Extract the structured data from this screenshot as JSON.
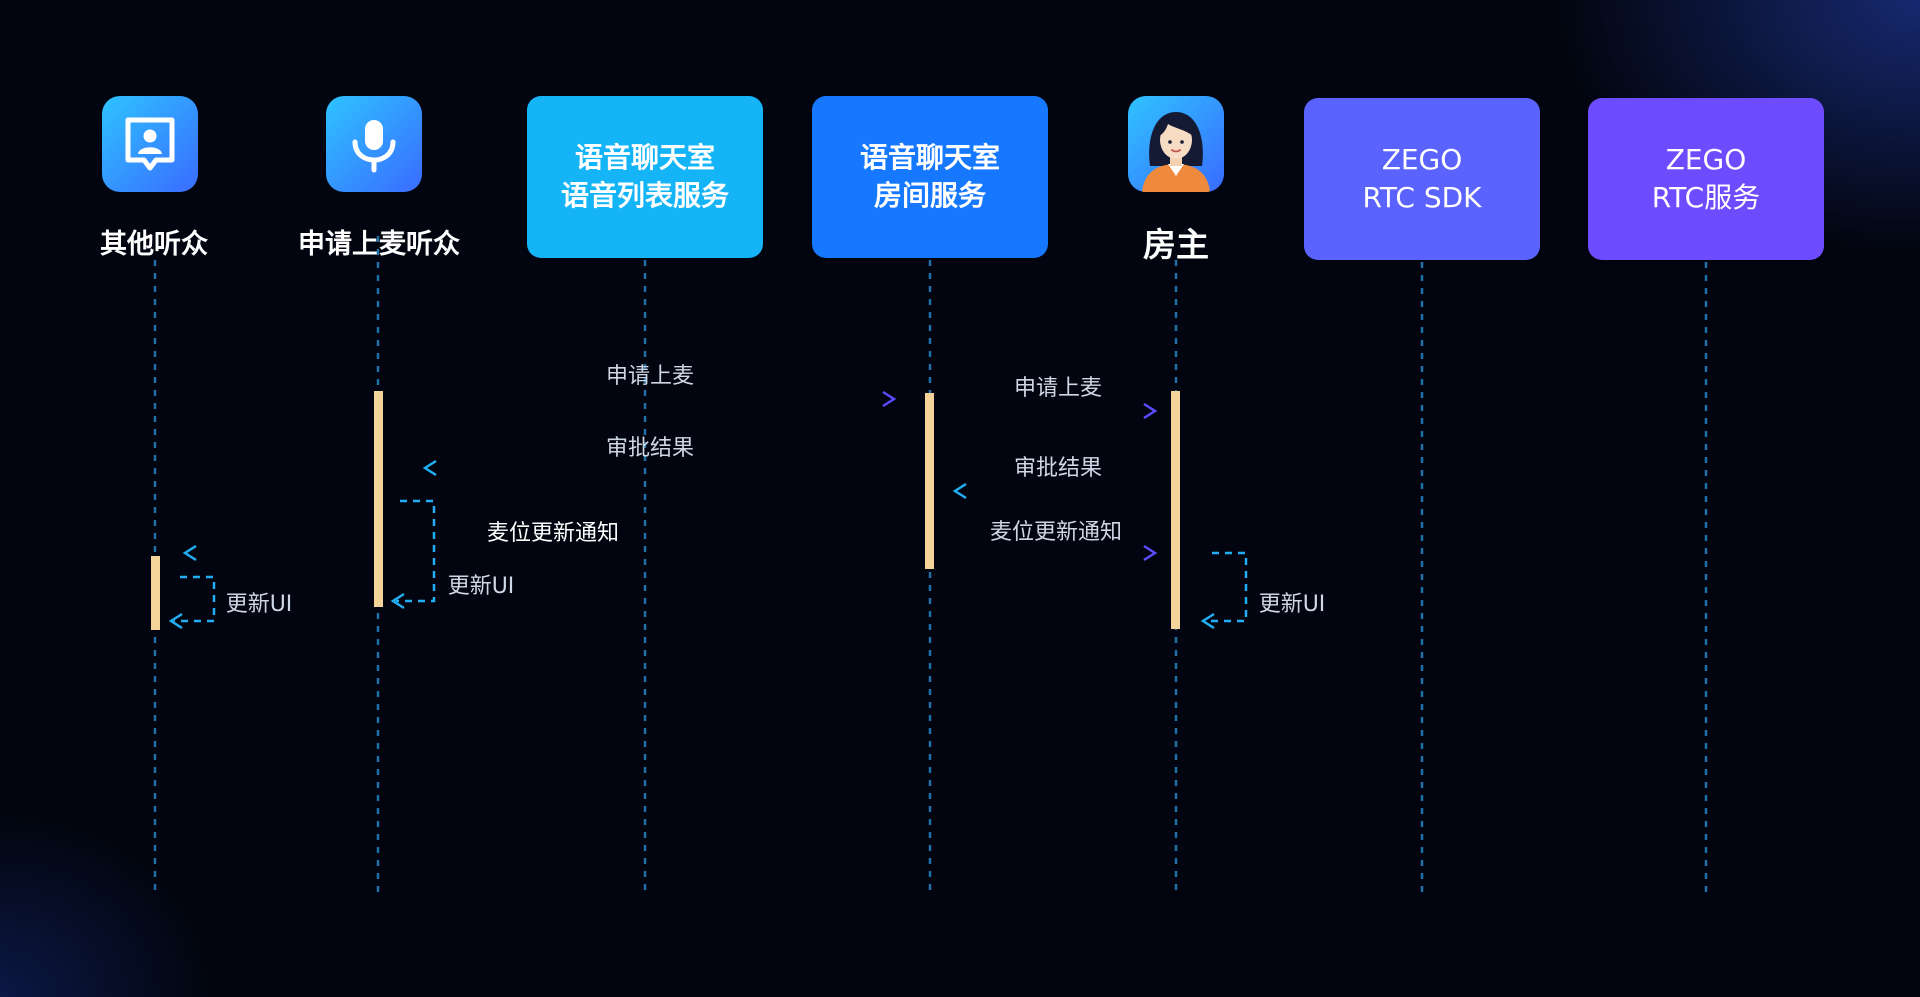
{
  "actors": {
    "other_audience": {
      "label": "其他听众",
      "icon": "person-card-icon"
    },
    "request_audience": {
      "label": "申请上麦听众",
      "icon": "microphone-icon"
    },
    "voice_list_service": {
      "label_line1": "语音聊天室",
      "label_line2": "语音列表服务"
    },
    "room_service": {
      "label_line1": "语音聊天室",
      "label_line2": "房间服务"
    },
    "host": {
      "label": "房主",
      "icon": "host-avatar-icon"
    },
    "rtc_sdk": {
      "label_line1": "ZEGO",
      "label_line2": "RTC SDK"
    },
    "rtc_service": {
      "label_line1": "ZEGO",
      "label_line2": "RTC服务"
    }
  },
  "messages": {
    "request_to_room": "申请上麦",
    "request_to_host": "申请上麦",
    "approval_to_room": "审批结果",
    "approval_to_audience": "审批结果",
    "seat_notify_to_host": "麦位更新通知",
    "seat_notify_to_others": "麦位更新通知",
    "self_update_audience": "更新UI",
    "self_update_others": "更新UI",
    "self_update_host": "更新UI"
  },
  "colors": {
    "background": "#02050f",
    "lifeline": "#1f6fa8",
    "activation": "#f5d49a",
    "box_light_blue": "#14b4f7",
    "box_blue": "#1677ff",
    "box_indigo": "#5b63ff",
    "box_violet": "#6d4cff"
  }
}
